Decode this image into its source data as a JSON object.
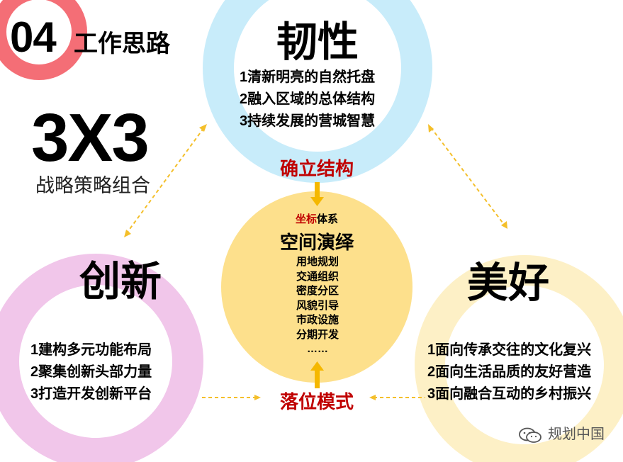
{
  "header": {
    "section_number": "04",
    "section_title": "工作思路"
  },
  "strategy": {
    "title": "3X3",
    "subtitle": "战略策略组合"
  },
  "top_node": {
    "heading": "韧性",
    "items": [
      "1清新明亮的自然托盘",
      "2融入区域的总体结构",
      "3持续发展的营城智慧"
    ],
    "color": "#c8ecfa"
  },
  "left_node": {
    "heading": "创新",
    "items": [
      "1建构多元功能布局",
      "2聚集创新头部力量",
      "3打造开发创新平台"
    ],
    "color": "#f1c6ea"
  },
  "right_node": {
    "heading": "美好",
    "items": [
      "1面向传承交往的文化复兴",
      "2面向生活品质的友好营造",
      "3面向融合互动的乡村振兴"
    ],
    "color": "#fdf0c6"
  },
  "center": {
    "top_prefix": "坐标",
    "top_suffix": "体系",
    "title": "空间演绎",
    "items": [
      "用地规划",
      "交通组织",
      "密度分区",
      "风貌引导",
      "市政设施",
      "分期开发",
      "……"
    ],
    "color": "#fde08c"
  },
  "labels": {
    "structure": "确立结构",
    "mode": "落位模式"
  },
  "watermark": "规划中国",
  "colors": {
    "accent_red": "#c00000",
    "arrow_orange": "#f5b800",
    "dashed_orange": "#f4bf2a",
    "corner_red": "#f46e76"
  }
}
